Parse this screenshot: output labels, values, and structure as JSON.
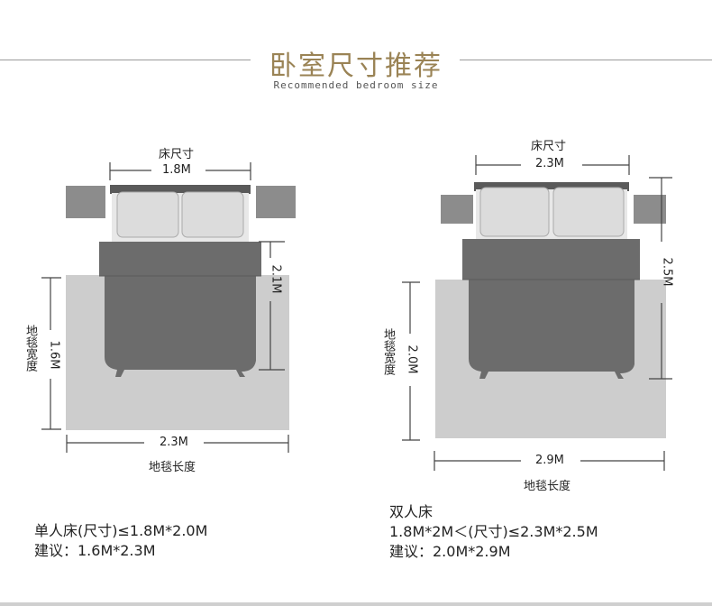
{
  "header": {
    "title": "卧室尺寸推荐",
    "subtitle": "Recommended bedroom size"
  },
  "single": {
    "bed_size_label": "床尺寸",
    "bed_width": "1.8M",
    "bed_length": "2.1M",
    "rug_width_label": "地毯宽度",
    "rug_width": "1.6M",
    "rug_length": "2.3M",
    "rug_length_label": "地毯长度",
    "note_line1": "单人床(尺寸)≤1.8M*2.0M",
    "note_line2": "建议：1.6M*2.3M"
  },
  "double": {
    "bed_size_label": "床尺寸",
    "bed_width": "2.3M",
    "bed_length": "2.5M",
    "rug_width_label": "地毯宽度",
    "rug_width": "2.0M",
    "rug_length": "2.9M",
    "rug_length_label": "地毯长度",
    "note_line0": "双人床",
    "note_line1": "1.8M*2M＜(尺寸)≤2.3M*2.5M",
    "note_line2": "建议：2.0M*2.9M"
  },
  "colors": {
    "accent": "#9a8355",
    "rug": "#cdcdcd",
    "bed": "#6e6e6e",
    "pillow": "#e6e6e6",
    "nightstand": "#8a8a8a"
  }
}
